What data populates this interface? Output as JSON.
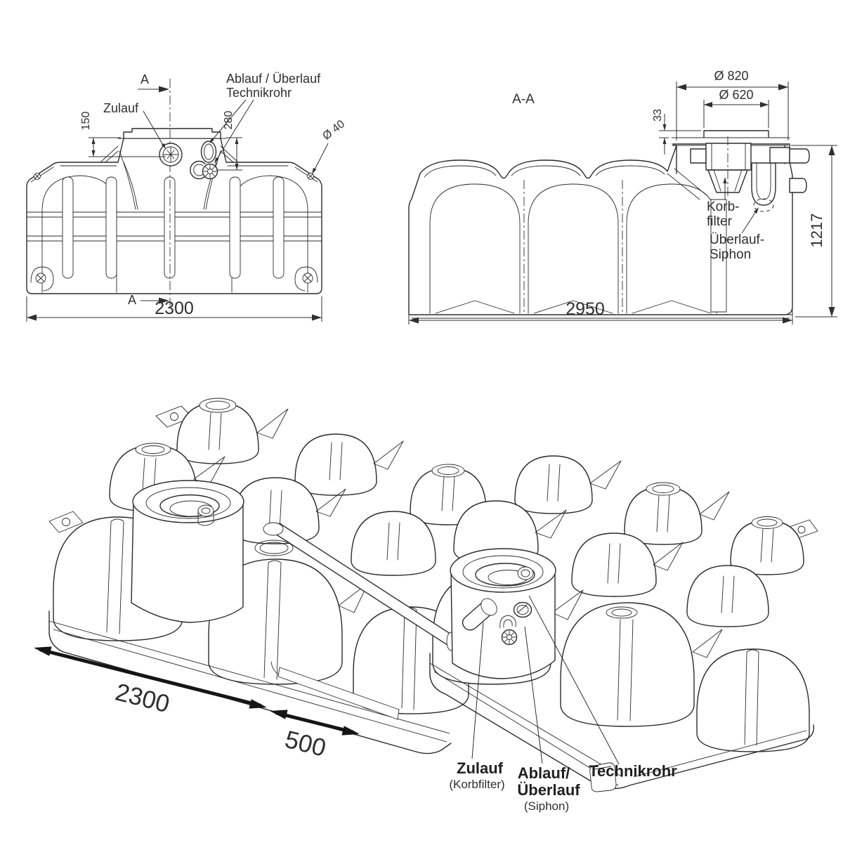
{
  "document": {
    "type": "technical-drawing",
    "subject": "flat rainwater tank with basket filter and overflow siphon",
    "background_color": "#ffffff",
    "line_color": "#2b2b2b",
    "text_color": "#2f2f2f"
  },
  "front_view": {
    "section_label_top": "A",
    "section_label_bottom": "A",
    "inlet_label": "Zulauf",
    "outlet_label_line1": "Ablauf / Überlauf",
    "outlet_label_line2": "Technikrohr",
    "dims": {
      "offset_top": "150",
      "offset_outlet": "280",
      "hole_diameter": "Ø 40",
      "width": "2300"
    }
  },
  "section_view": {
    "view_label": "A-A",
    "dims": {
      "shaft_outer": "Ø 820",
      "shaft_inner": "Ø 620",
      "lid_height": "33",
      "height": "1217",
      "length": "2950"
    },
    "basket_filter_label_line1": "Korb-",
    "basket_filter_label_line2": "filter",
    "overflow_siphon_label_line1": "Überlauf-",
    "overflow_siphon_label_line2": "Siphon"
  },
  "iso_view": {
    "dims": {
      "tank_length": "2300",
      "extension": "500"
    },
    "inlet_label": "Zulauf",
    "inlet_sublabel": "(Korbfilter)",
    "outlet_label_line1": "Ablauf/",
    "outlet_label_line2": "Überlauf",
    "outlet_sublabel": "(Siphon)",
    "technikrohr_label": "Technikrohr"
  }
}
